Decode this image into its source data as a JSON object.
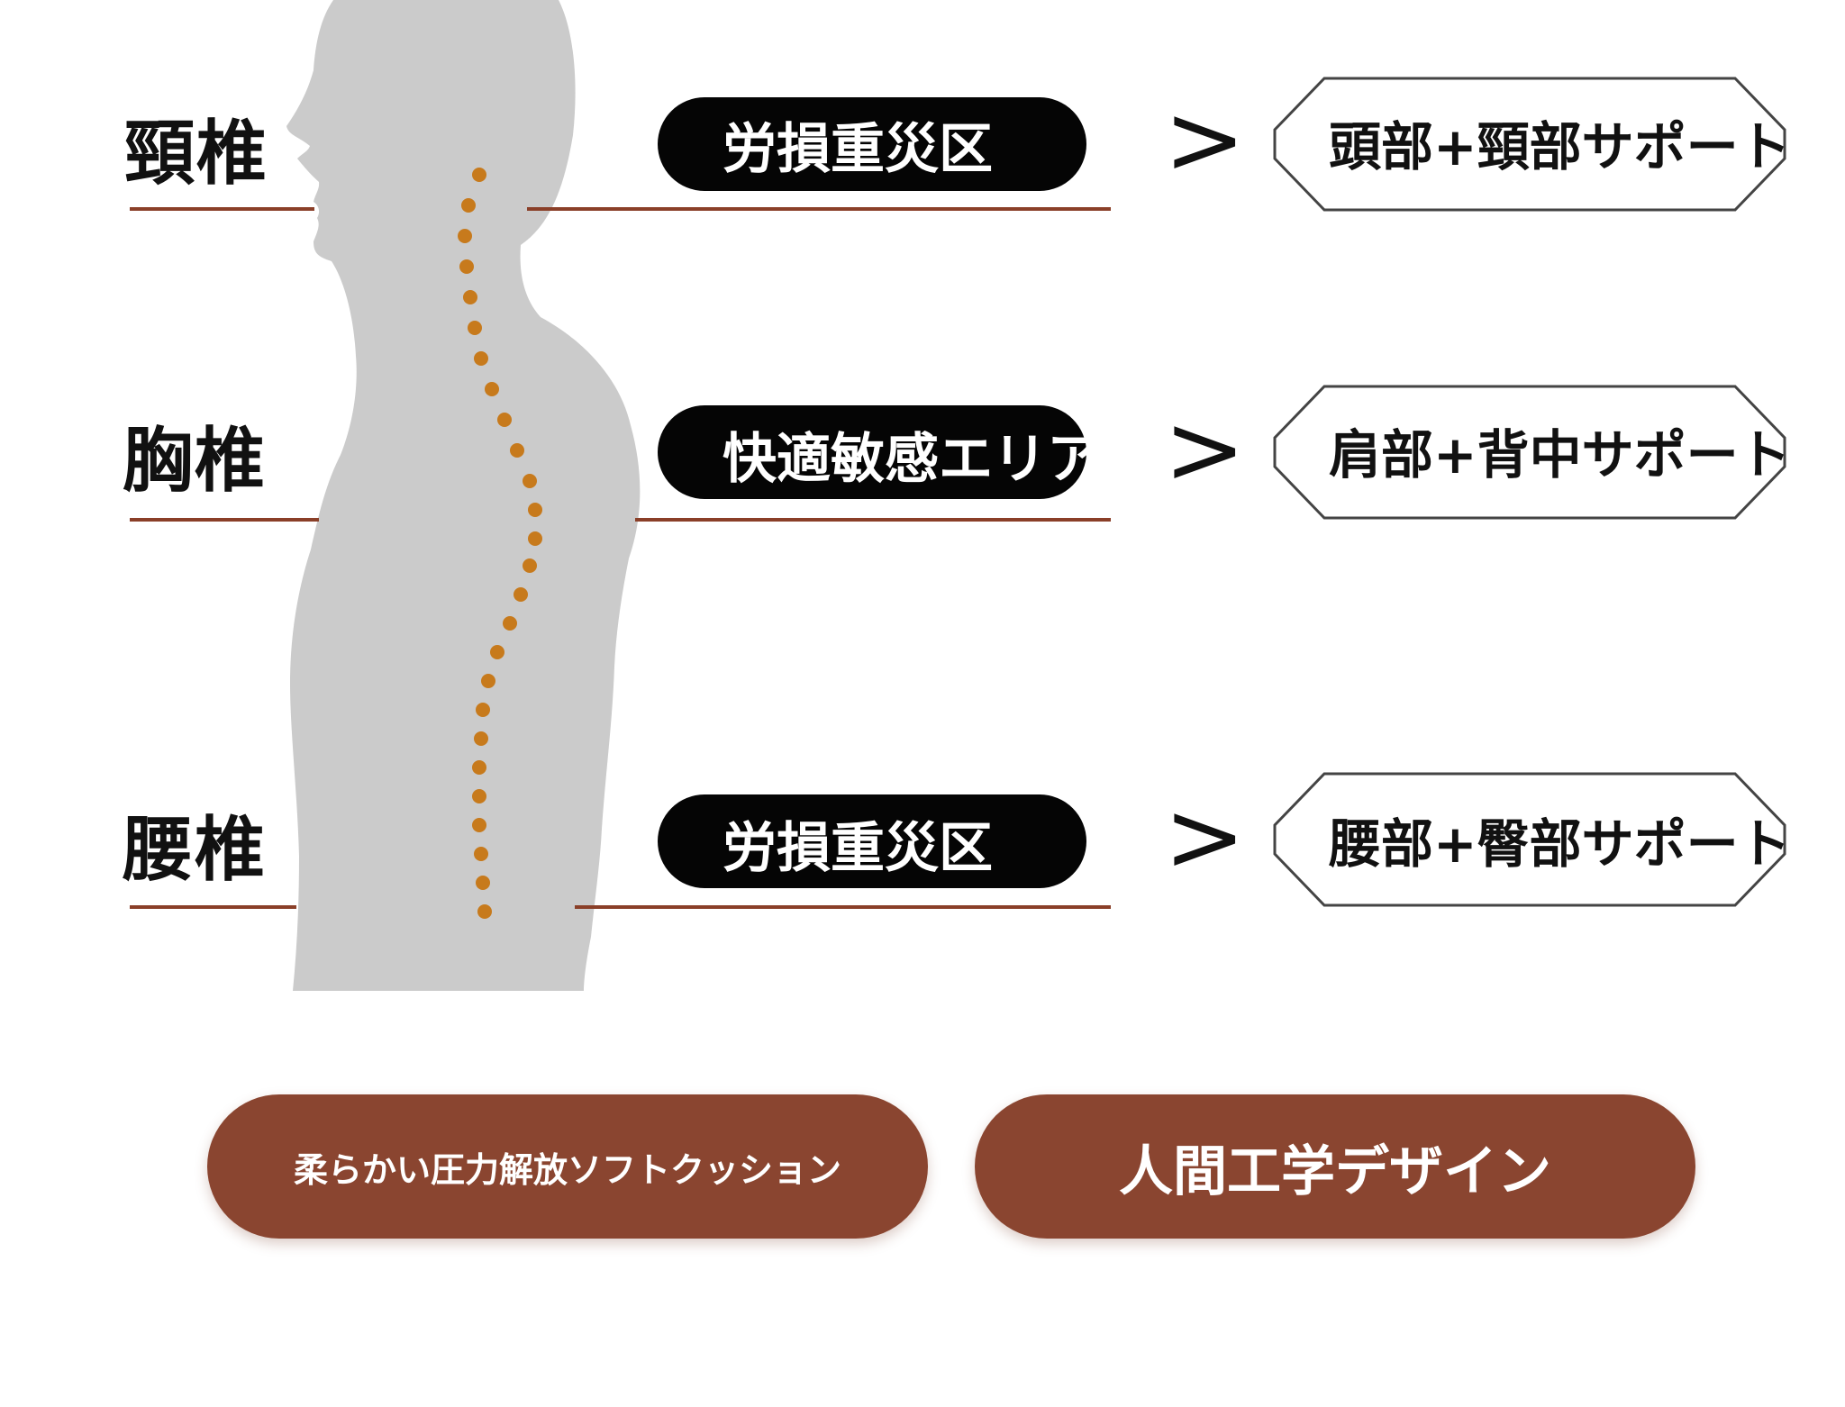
{
  "regions": [
    {
      "label": "頸椎",
      "zone": "労損重災区",
      "support": "頭部+頸部サポート"
    },
    {
      "label": "胸椎",
      "zone": "快適敏感エリア",
      "support": "肩部+背中サポート"
    },
    {
      "label": "腰椎",
      "zone": "労損重災区",
      "support": "腰部+臀部サポート"
    }
  ],
  "arrow_symbol": ">",
  "features": [
    {
      "label": "柔らかい圧力解放ソフトクッション"
    },
    {
      "label": "人間工学デザイン"
    }
  ],
  "colors": {
    "silhouette": "#cbcbcb",
    "spine_dot": "#c77a1c",
    "divider": "#8a3f28",
    "zone_pill": "#050505",
    "feature_pill": "#8a4530"
  }
}
